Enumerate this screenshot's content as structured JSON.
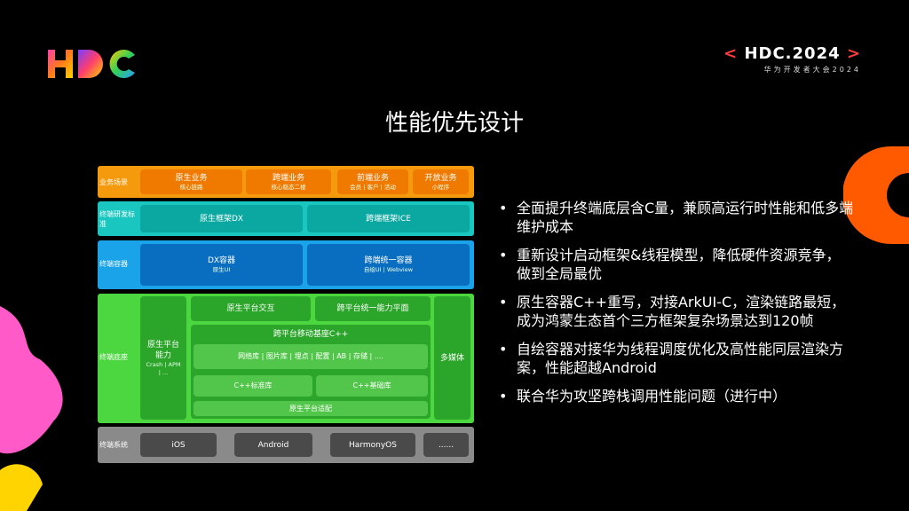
{
  "header": {
    "logo_text": "HDC",
    "badge_left": "<",
    "badge_main": "HDC.2024",
    "badge_right": ">",
    "badge_sub": "华为开发者大会2024"
  },
  "title": "性能优先设计",
  "diagram": {
    "rows": {
      "business": {
        "label": "业务场景",
        "boxes": [
          {
            "title": "原生业务",
            "sub": "核心链路"
          },
          {
            "title": "跨端业务",
            "sub": "核心稳态二楼"
          },
          {
            "title": "前端业务",
            "sub": "会员 | 客户 | 活动"
          },
          {
            "title": "开放业务",
            "sub": "小程序"
          }
        ]
      },
      "framework": {
        "label": "终端研发标准",
        "boxes": [
          {
            "title": "原生框架DX"
          },
          {
            "title": "跨端框架ICE"
          }
        ]
      },
      "container": {
        "label": "终端容器",
        "boxes": [
          {
            "title": "DX容器",
            "sub": "原生UI"
          },
          {
            "title": "跨端统一容器",
            "sub": "自绘UI | Webview"
          }
        ]
      },
      "base": {
        "label": "终端底座",
        "native_ability": {
          "title": "原生平台能力",
          "sub": "Crash | APM | ..."
        },
        "interaction": "原生平台交互",
        "unified_ability": "跨平台统一能力平面",
        "mobile_base": "跨平台移动基座C++",
        "modules": "网络库 | 图片库 | 埋点 | 配置 | AB | 存储 | ....",
        "cpp_std": "C++标准库",
        "cpp_base": "C++基础库",
        "adapter": "原生平台适配",
        "media": "多媒体"
      },
      "os": {
        "label": "终端系统",
        "boxes": [
          "iOS",
          "Android",
          "HarmonyOS",
          "......"
        ]
      }
    }
  },
  "bullets": [
    "全面提升终端底层含C量，兼顾高运行时性能和低多端维护成本",
    "重新设计启动框架&线程模型，降低硬件资源竞争，做到全局最优",
    "原生容器C++重写，对接ArkUI-C，渲染链路最短，成为鸿蒙生态首个三方框架复杂场景达到120帧",
    "自绘容器对接华为线程调度优化及高性能同层渲染方案，性能超越Android",
    "联合华为攻坚跨栈调用性能问题（进行中）"
  ],
  "colors": {
    "business_band": "#f59a0c",
    "business_box": "#f07a00",
    "framework_band": "#1ac7c0",
    "framework_box": "#0aa8a0",
    "container_band": "#1aa3e8",
    "container_box": "#0a6ec0",
    "base_band": "#4cd640",
    "base_box": "#2ba52a",
    "os_band": "#8a8a8a",
    "os_box": "#4a4a4a"
  }
}
